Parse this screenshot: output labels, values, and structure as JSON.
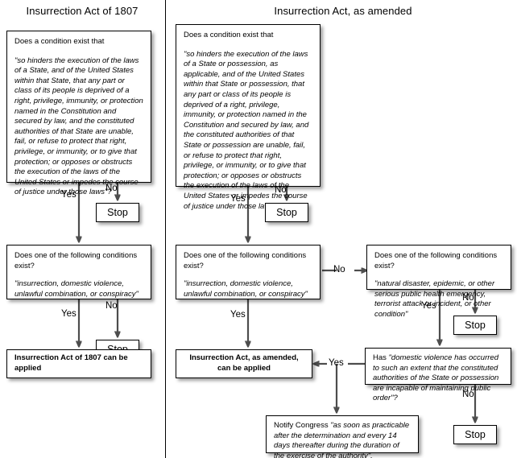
{
  "diagram": {
    "title_left": "Insurrection Act of 1807",
    "title_right": "Insurrection Act, as amended"
  },
  "left_panel": {
    "n1": {
      "question": "Does a condition exist that",
      "quote": "\"so hinders the execution of the laws of a State, and of the United States within that State, that any part or class of its people is deprived of a right, privilege, immunity, or protection named in the Constitution and secured by law, and the constituted authorities of that State are unable, fail, or refuse to protect that right, privilege, or immunity, or to give that protection; or opposes or obstructs the execution of the laws of the United States or impedes the course of justice under those laws\"?"
    },
    "n1_yes": "Yes",
    "n1_no": "No",
    "stop1": "Stop",
    "n2": {
      "question": "Does one of the following conditions exist?",
      "quote": "\"insurrection, domestic violence, unlawful combination, or conspiracy\""
    },
    "n2_yes": "Yes",
    "n2_no": "No",
    "stop2": "Stop",
    "result": "Insurrection Act of 1807 can be applied"
  },
  "right_panel": {
    "n1": {
      "question": "Does a condition exist that",
      "quote": "\"so hinders the execution of the laws of a State or possession, as applicable, and of the United States within that State or possession, that any part or class of its people is deprived of a right, privilege, immunity, or protection named in the Constitution and secured by law, and the constituted authorities of that State or possession are unable, fail, or refuse to protect that right, privilege, or immunity, or to give that protection; or opposes or obstructs the execution of the laws of the United States or impedes the course of justice under those laws\"?"
    },
    "n1_yes": "Yes",
    "n1_no": "No",
    "stop1": "Stop",
    "n2": {
      "question": "Does one of the following conditions exist?",
      "quote": "\"insurrection, domestic violence, unlawful combination, or conspiracy\""
    },
    "n2_yes": "Yes",
    "n2_no": "No",
    "n3": {
      "question": "Does one of the following conditions exist?",
      "quote": "\"natural disaster, epidemic, or other serious public health emergency, terrorist attack or incident, or other condition\""
    },
    "n3_yes": "Yes",
    "n3_no": "No",
    "stop2": "Stop",
    "n4": {
      "prefix": "Has ",
      "quote": "\"domestic violence has occurred to such an extent that the constituted authorities of the State or possession are incapable of maintaining public order\"?"
    },
    "n4_yes": "Yes",
    "n4_no": "No",
    "stop3": "Stop",
    "result": "Insurrection Act, as amended,\ncan be applied",
    "result_line1": "Insurrection Act, as amended,",
    "result_line2": "can be applied",
    "notify": {
      "prefix": "Notify Congress ",
      "quote": "\"as soon as practicable after the determination and every 14 days thereafter during the duration of the exercise of the authority\"."
    }
  },
  "colors": {
    "box_border": "#000000",
    "wire": "#4d4d4d",
    "background": "#ffffff",
    "text": "#000000"
  }
}
